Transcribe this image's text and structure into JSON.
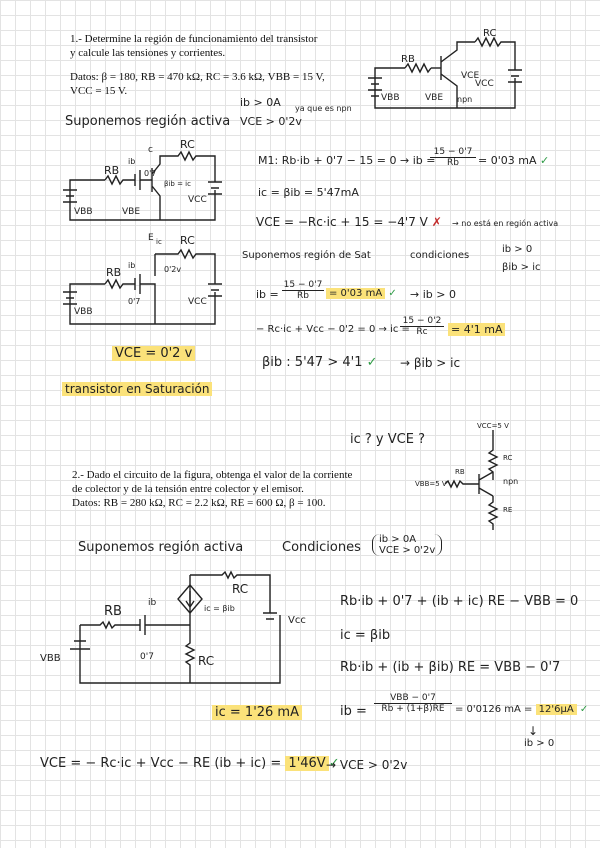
{
  "problem1": {
    "statement_l1": "1.- Determine la región de funcionamiento del transistor",
    "statement_l2": "y calcule las tensiones y corrientes.",
    "data_l1": "Datos: β = 180, RB = 470 kΩ, RC = 3.6 kΩ, VBB = 15 V,",
    "data_l2": "VCC = 15 V.",
    "circuit": {
      "rb": "RB",
      "rc": "RC",
      "vbb": "VBB",
      "vbe": "VBE",
      "vce": "VCE",
      "vcc": "VCC",
      "type": "npn"
    },
    "cond_ib": "ib > 0A",
    "cond_vce": "VCE > 0'2v",
    "cond_note": "ya que es npn",
    "assume_active": "Suponemos región activa",
    "mesh_eq": "M1: Rb·ib + 0'7 − 15 = 0 → ib =",
    "mesh_frac_num": "15 − 0'7",
    "mesh_frac_den": "Rb",
    "mesh_result": "= 0'03 mA",
    "ic_eq": "ic = βib = 5'47mA",
    "vce_eq": "VCE = −Rc·ic + 15 = −4'7 V",
    "vce_note": "→ no está en región activa",
    "assume_sat": "Suponemos región de Sat",
    "sat_conditions_label": "condiciones",
    "sat_cond_1": "ib > 0",
    "sat_cond_2": "βib > ic",
    "sat_ib_lhs": "ib =",
    "sat_ib_num": "15 − 0'7",
    "sat_ib_den": "Rb",
    "sat_ib_result": "= 0'03 mA",
    "sat_ib_conclusion": "→ ib > 0",
    "sat_ic_lhs": "− Rc·ic + Vcc − 0'2 = 0 → ic =",
    "sat_ic_num": "15 − 0'2",
    "sat_ic_den": "Rc",
    "sat_ic_result": "= 4'1 mA",
    "beta_check": "βib : 5'47 > 4'1",
    "beta_conclusion": "→ βib > ic",
    "vce_sat": "VCE = 0'2 v",
    "conclusion": "transistor en Saturación",
    "labels_c": "c",
    "labels_e": "E",
    "labels_ib": "ib",
    "labels_ic": "ic",
    "labels_bic": "βib = ic",
    "labels_07": "0'7",
    "labels_02": "0'2v"
  },
  "problem2": {
    "question": "ic ? y VCE ?",
    "statement_l1": "2.- Dado el circuito de la figura, obtenga el valor de la corriente",
    "statement_l2": "de colector y de la tensión entre colector y el emisor.",
    "statement_l3": "Datos: RB = 280 kΩ, RC = 2.2 kΩ, RE = 600 Ω, β = 100.",
    "circuit": {
      "vcc": "VCC=5 V",
      "vbb": "VBB=5 V",
      "rb": "RB",
      "rc": "RC",
      "re": "RE",
      "type": "npn"
    },
    "assume_active": "Suponemos región activa",
    "conditions_label": "Condiciones",
    "cond_1": "ib > 0A",
    "cond_2": "VCE > 0'2v",
    "eq1": "Rb·ib + 0'7 + (ib + ic) RE − VBB = 0",
    "eq2": "ic = βib",
    "eq3": "Rb·ib + (ib + βib) RE = VBB − 0'7",
    "ib_lhs": "ib =",
    "ib_num": "VBB − 0'7",
    "ib_den": "Rb + (1+β)RE",
    "ib_result": "= 0'0126 mA =",
    "ib_hl": "12'6μA",
    "ib_check": "ib > 0",
    "ic_result": "ic = 1'26 mA",
    "vce_eq": "VCE = − Rc·ic + Vcc − RE (ib + ic) =",
    "vce_hl": "1'46V",
    "vce_conclusion": "→ VCE > 0'2v",
    "labels": {
      "rb": "RB",
      "rc": "RC",
      "re": "RC",
      "vbb": "VBB",
      "vcc": "Vcc",
      "ib": "ib",
      "v07": "0'7",
      "ic": "ic = βib"
    }
  }
}
